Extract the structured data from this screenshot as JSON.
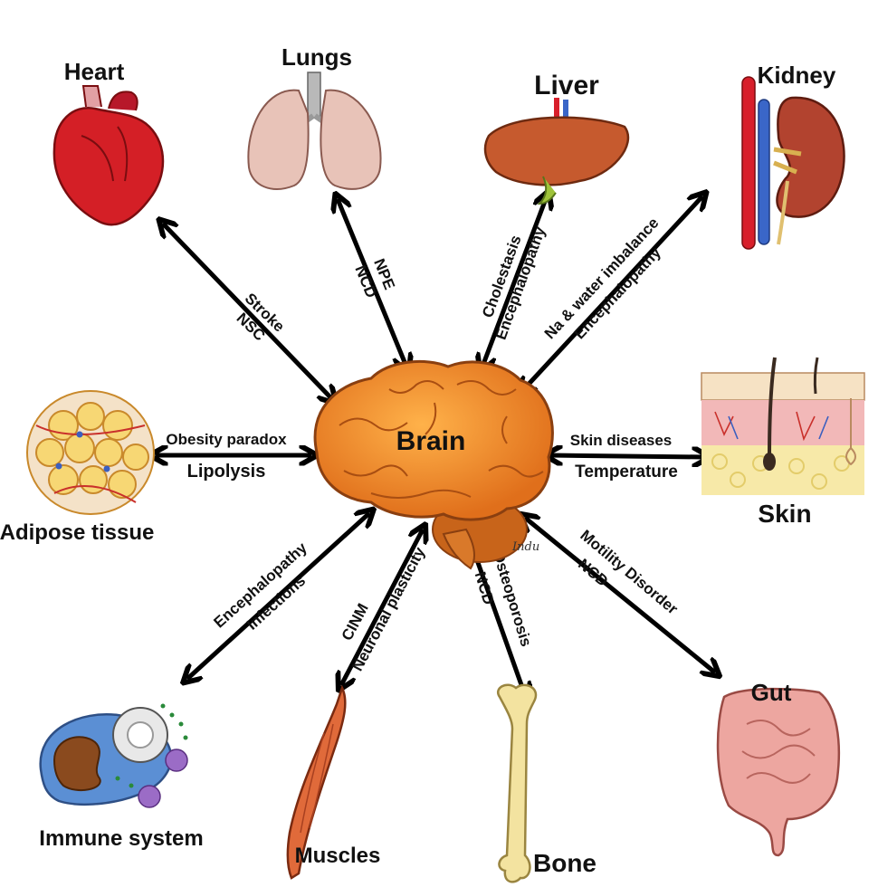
{
  "center": {
    "label": "Brain"
  },
  "organs": {
    "heart": "Heart",
    "lungs": "Lungs",
    "liver": "Liver",
    "kidney": "Kidney",
    "adipose": "Adipose tissue",
    "skin": "Skin",
    "immune": "Immune system",
    "muscles": "Muscles",
    "bone": "Bone",
    "gut": "Gut"
  },
  "links": {
    "heart": {
      "a": "Stroke",
      "b": "NSC"
    },
    "lungs": {
      "a": "NPE",
      "b": "NCD"
    },
    "liver": {
      "a": "Cholestasis",
      "b": "Encephalopathy"
    },
    "kidney": {
      "a": "Na & water imbalance",
      "b": "Encephalopathy"
    },
    "adipose": {
      "a": "Obesity paradox",
      "b": "Lipolysis"
    },
    "skin": {
      "a": "Skin diseases",
      "b": "Temperature"
    },
    "immune": {
      "a": "Encephalopathy",
      "b": "Infections"
    },
    "muscles": {
      "a": "CINM",
      "b": "Neuronal plasticity"
    },
    "bone": {
      "a": "Osteoporosis",
      "b": "NCD"
    },
    "gut": {
      "a": "Motility Disorder",
      "b": "NCD"
    }
  },
  "signature": "Indu",
  "colors": {
    "brain": "#f08a24",
    "brain_dark": "#c8641a",
    "heart": "#d41f26",
    "lungs": "#e8c3b8",
    "liver": "#c65a2e",
    "kidney": "#b2432f",
    "fat": "#f7d774",
    "skin": "#f2b8b8",
    "muscle": "#e06a3a",
    "bone": "#f3e3a0",
    "gut": "#eda6a0",
    "immune_cell": "#5b8fd4",
    "immune_particle": "#9b6cc6"
  }
}
